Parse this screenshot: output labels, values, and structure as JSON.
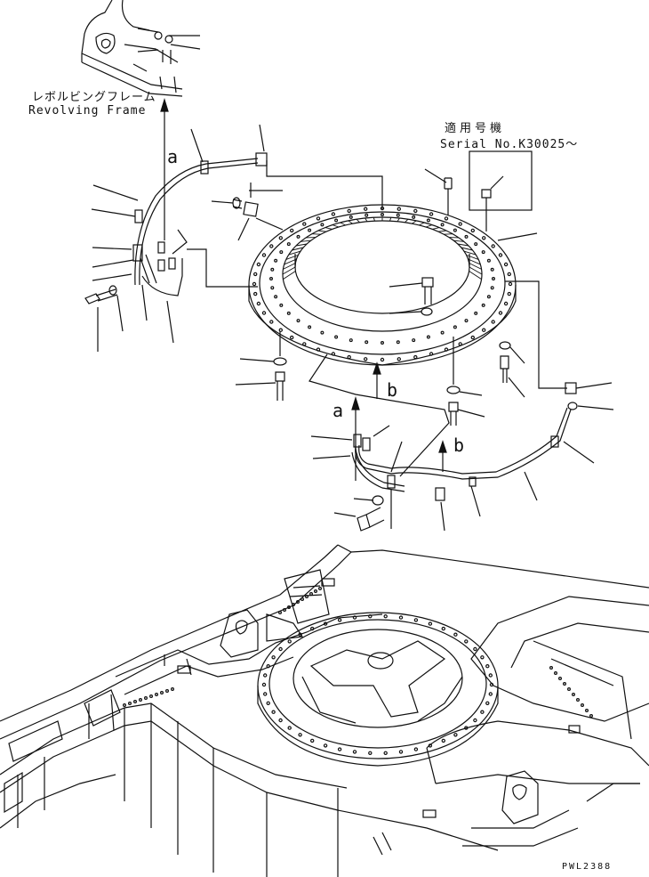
{
  "labels": {
    "revolving_frame_jp": "レボルビングフレーム",
    "revolving_frame_en": "Revolving Frame",
    "serial_jp": "適用号機",
    "serial_en": "Serial No.K30025～",
    "arrow_a": "a",
    "arrow_b": "b",
    "drawing_id": "PWL2388"
  },
  "colors": {
    "ink": "#111111",
    "paper": "#ffffff"
  }
}
